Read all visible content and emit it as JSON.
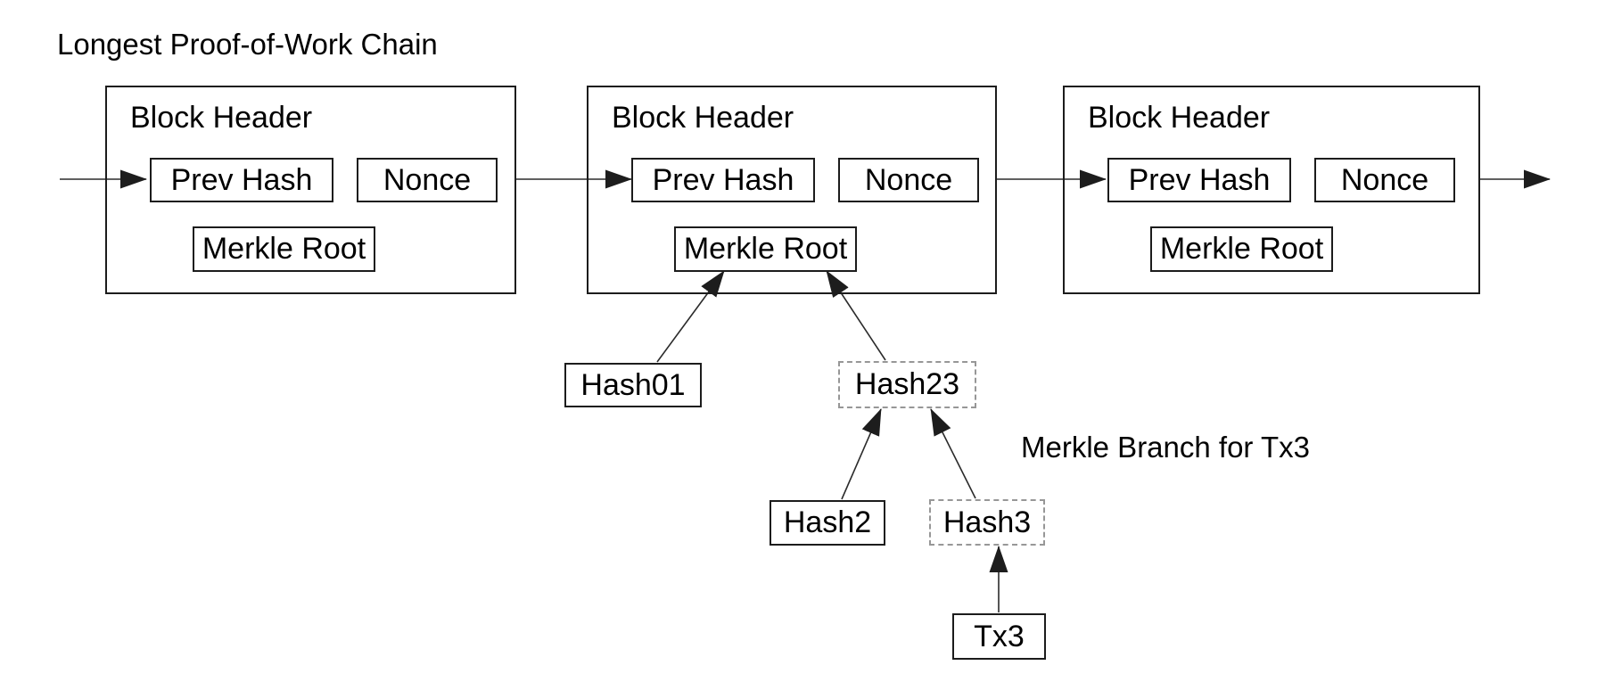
{
  "title": "Longest Proof-of-Work Chain",
  "annotation": "Merkle Branch for Tx3",
  "block_headers": [
    {
      "title": "Block Header",
      "prev_hash": "Prev Hash",
      "nonce": "Nonce",
      "merkle_root": "Merkle Root"
    },
    {
      "title": "Block Header",
      "prev_hash": "Prev Hash",
      "nonce": "Nonce",
      "merkle_root": "Merkle Root"
    },
    {
      "title": "Block Header",
      "prev_hash": "Prev Hash",
      "nonce": "Nonce",
      "merkle_root": "Merkle Root"
    }
  ],
  "merkle_tree": {
    "hash01": "Hash01",
    "hash23": "Hash23",
    "hash2": "Hash2",
    "hash3": "Hash3",
    "tx3": "Tx3"
  },
  "colors": {
    "background": "#ffffff",
    "text": "#000000",
    "solid_border": "#1c1c1c",
    "dashed_border": "#979797",
    "arrow": "#1d1d1d"
  }
}
